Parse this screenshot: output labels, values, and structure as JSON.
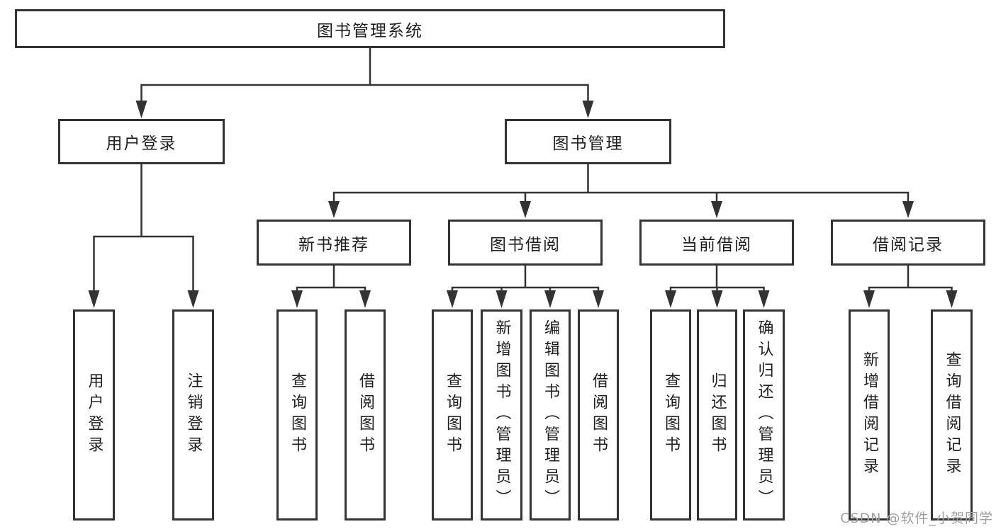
{
  "diagram": {
    "tree": {
      "label": "图书管理系统",
      "children": [
        {
          "label": "用户登录",
          "children": [
            {
              "label": "用户登录"
            },
            {
              "label": "注销登录"
            }
          ]
        },
        {
          "label": "图书管理",
          "children": [
            {
              "label": "新书推荐",
              "children": [
                {
                  "label": "查询图书"
                },
                {
                  "label": "借阅图书"
                }
              ]
            },
            {
              "label": "图书借阅",
              "children": [
                {
                  "label": "查询图书"
                },
                {
                  "label": "新增图书（管理员）"
                },
                {
                  "label": "编辑图书（管理员）"
                },
                {
                  "label": "借阅图书"
                }
              ]
            },
            {
              "label": "当前借阅",
              "children": [
                {
                  "label": "查询图书"
                },
                {
                  "label": "归还图书"
                },
                {
                  "label": "确认归还（管理员）"
                }
              ]
            },
            {
              "label": "借阅记录",
              "children": [
                {
                  "label": "新增借阅记录"
                },
                {
                  "label": "查询借阅记录"
                }
              ]
            }
          ]
        }
      ]
    }
  },
  "watermark": {
    "text": "CSDN @软件_小贺同学"
  },
  "colors": {
    "line": "#333333",
    "text": "#1f1f1f",
    "watermark": "#a0a0a0",
    "background": "#ffffff"
  }
}
